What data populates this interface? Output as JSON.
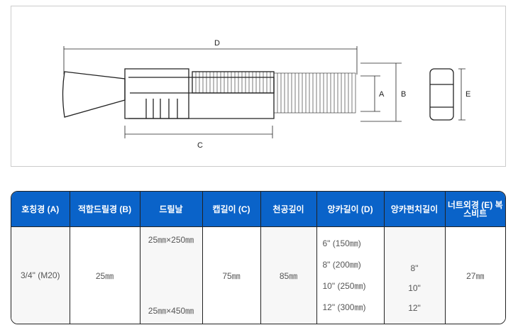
{
  "diagram": {
    "labels": {
      "a": "A",
      "b": "B",
      "c": "C",
      "d": "D",
      "e": "E"
    }
  },
  "table": {
    "headers": [
      "호칭경 (A)",
      "적합드릴경 (B)",
      "드릴날",
      "캡길이 (C)",
      "천공깊이",
      "앙카길이 (D)",
      "앙카펀치길이",
      "너트외경 (E) 복스비트"
    ],
    "row": {
      "nominal": "3/4\" (M20)",
      "drill_dia": "25㎜",
      "drill_bits": [
        "25㎜×250㎜",
        "25㎜×450㎜"
      ],
      "cap_length": "75㎜",
      "depth": "85㎜",
      "anchor_lengths": [
        "6\" (150㎜)",
        "8\" (200㎜)",
        "10\" (250㎜)",
        "12\" (300㎜)"
      ],
      "punch_lengths": [
        "8\"",
        "10\"",
        "12\""
      ],
      "nut_dia": "27㎜"
    }
  }
}
